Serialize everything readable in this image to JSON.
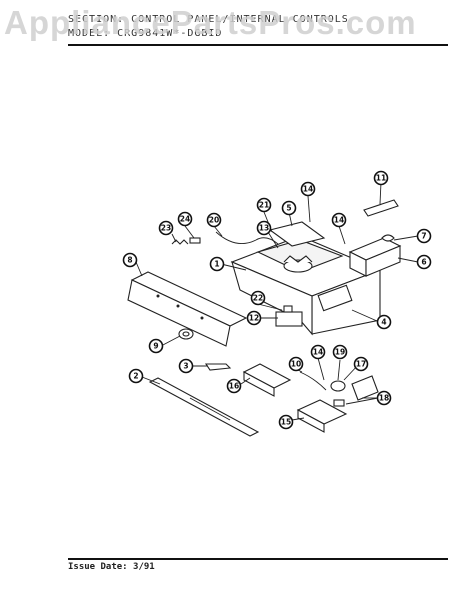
{
  "watermark": "AppliancePartsPros.com",
  "header": {
    "section": "SECTION: CONTROL PANEL/INTERNAL CONTROLS",
    "model": "MODEL: CRG9841W*-DGBID"
  },
  "footer": {
    "issue_date": "Issue Date: 3/91"
  },
  "callouts": [
    "1",
    "2",
    "3",
    "4",
    "5",
    "6",
    "7",
    "8",
    "9",
    "10",
    "11",
    "12",
    "13",
    "14",
    "14",
    "14",
    "15",
    "16",
    "17",
    "18",
    "19",
    "20",
    "21",
    "22",
    "23",
    "24"
  ]
}
